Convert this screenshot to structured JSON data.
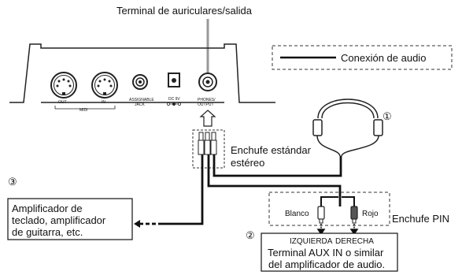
{
  "labels": {
    "terminal_top": "Terminal de auriculares/salida",
    "legend": "Conexión de audio",
    "plug_std_line1": "Enchufe estándar",
    "plug_std_line2": "estéreo",
    "num1": "①",
    "num2": "②",
    "num3": "③",
    "amp_line1": "Amplificador de",
    "amp_line2": "teclado, amplificador",
    "amp_line3": "de guitarra, etc.",
    "blanco": "Blanco",
    "rojo": "Rojo",
    "pin": "Enchufe PIN",
    "izq": "IZQUIERDA",
    "der": "DERECHA",
    "aux_line1": "Terminal AUX IN o similar",
    "aux_line2": "del amplificador de audio."
  },
  "panel": {
    "out": "OUT",
    "midi": "MIDI",
    "in": "IN",
    "assign1": "ASSIGNABLE",
    "assign2": "JACK",
    "dc": "DC 9V",
    "phones1": "PHONES/",
    "phones2": "OUTPUT"
  }
}
